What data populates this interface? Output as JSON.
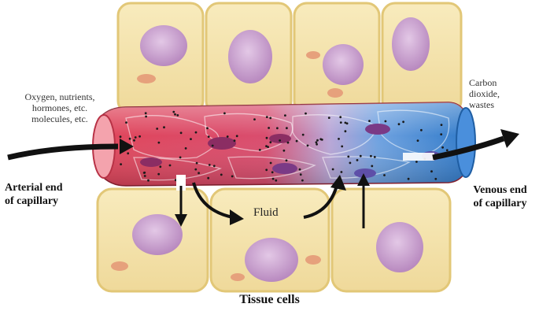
{
  "labels": {
    "inputs": "Oxygen, nutrients, hormones, etc. molecules, etc.",
    "inputs_line1": "Oxygen, nutrients,",
    "inputs_line2": "hormones, etc.",
    "inputs_line3": "molecules, etc.",
    "outputs_line1": "Carbon",
    "outputs_line2": "dioxide,",
    "outputs_line3": "wastes",
    "arterial_line1": "Arterial end",
    "arterial_line2": "of capillary",
    "venous_line1": "Venous end",
    "venous_line2": "of capillary",
    "fluid": "Fluid",
    "tissue_cells": "Tissue cells"
  },
  "colors": {
    "arterial": "#d8394c",
    "venous": "#2f7fd0",
    "cell_fill": "#f3e2a6",
    "cell_border": "#e0c97a",
    "nucleus": "#c9a3cc",
    "arrow": "#111111"
  }
}
